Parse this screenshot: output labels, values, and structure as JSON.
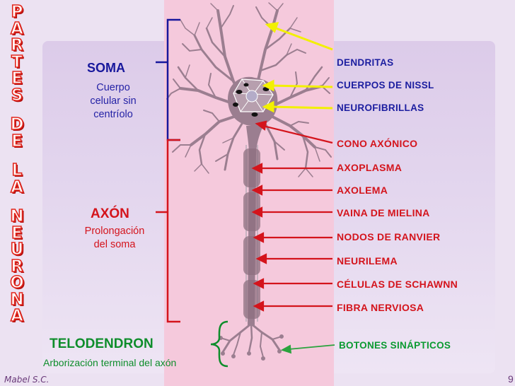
{
  "side_title": [
    "PARTES",
    "DE",
    "LA",
    "NEURONA"
  ],
  "sections": {
    "soma": {
      "title": "SOMA",
      "subtitle": [
        "Cuerpo",
        "celular sin",
        "centríolo"
      ]
    },
    "axon": {
      "title": "AXÓN",
      "subtitle": [
        "Prolongación",
        "del soma"
      ]
    },
    "telodendron": {
      "title": "TELODENDRON",
      "subtitle": "Arborización terminal del axón"
    }
  },
  "labels_blue": [
    "DENDRITAS",
    "CUERPOS DE NISSL",
    "NEUROFIBRILLAS"
  ],
  "labels_red": [
    "CONO AXÓNICO",
    "AXOPLASMA",
    "AXOLEMA",
    "VAINA DE MIELINA",
    "NODOS DE RANVIER",
    "NEURILEMA",
    "CÉLULAS DE SCHAWNN",
    "FIBRA NERVIOSA"
  ],
  "label_green": "BOTONES SINÁPTICOS",
  "footer": {
    "author": "Mabel S.C.",
    "page": "9"
  },
  "colors": {
    "background": "#ece2f2",
    "strip": "#f5c9dc",
    "neuron": "#9b7e90",
    "blue_text": "#1c1ea0",
    "red_text": "#d4141c",
    "green_text": "#0a9a30",
    "yellow_arrow": "#f2f000"
  }
}
